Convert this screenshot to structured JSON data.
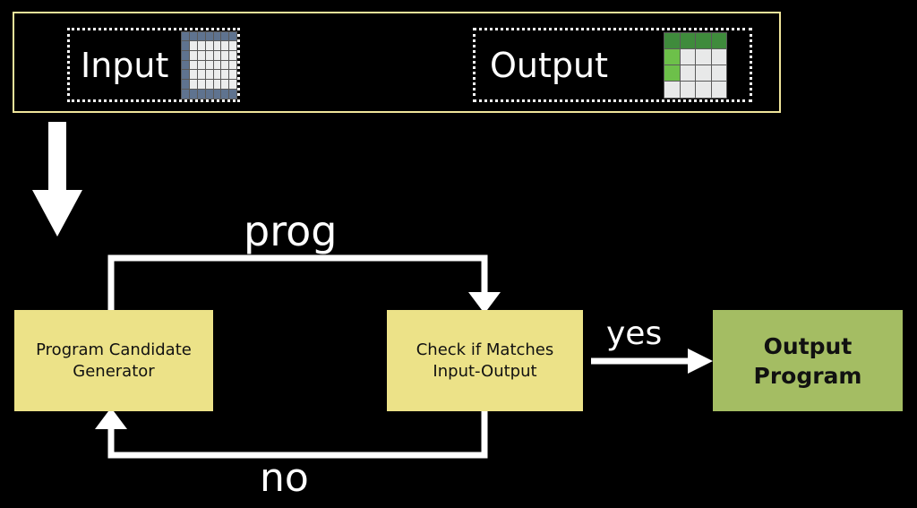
{
  "header": {
    "frame_color": "#efe49a",
    "input_panel": {
      "label": "Input",
      "grid": {
        "rows": 7,
        "cols": 7,
        "border_color": "#5f738f",
        "fill_color": "#eceded",
        "cells": [
          [
            "border",
            "border",
            "border",
            "border",
            "border",
            "border",
            "border"
          ],
          [
            "border",
            "fill",
            "fill",
            "fill",
            "fill",
            "fill",
            "fill"
          ],
          [
            "border",
            "fill",
            "fill",
            "fill",
            "fill",
            "fill",
            "fill"
          ],
          [
            "border",
            "fill",
            "fill",
            "fill",
            "fill",
            "fill",
            "fill"
          ],
          [
            "border",
            "fill",
            "fill",
            "fill",
            "fill",
            "fill",
            "fill"
          ],
          [
            "border",
            "fill",
            "fill",
            "fill",
            "fill",
            "fill",
            "fill"
          ],
          [
            "border",
            "border",
            "border",
            "border",
            "border",
            "border",
            "border"
          ]
        ]
      }
    },
    "output_panel": {
      "label": "Output",
      "grid": {
        "rows": 4,
        "cols": 4,
        "dark_green": "#3f8b3c",
        "light_green": "#6dc04a",
        "fill_color": "#e8e9e9",
        "cells": [
          [
            "dark",
            "dark",
            "dark",
            "dark"
          ],
          [
            "light",
            "fill",
            "fill",
            "fill"
          ],
          [
            "light",
            "fill",
            "fill",
            "fill"
          ],
          [
            "fill",
            "fill",
            "fill",
            "fill"
          ]
        ]
      }
    }
  },
  "flow": {
    "start_arrow": "down-arrow",
    "boxes": [
      {
        "id": "generator",
        "label": "Program Candidate\nGenerator",
        "line1": "Program Candidate",
        "line2": "Generator",
        "color": "#ece288"
      },
      {
        "id": "check",
        "label": "Check if Matches\nInput-Output",
        "line1": "Check if Matches",
        "line2": "Input-Output",
        "color": "#ece288"
      },
      {
        "id": "output",
        "label": "Output\nProgram",
        "line1": "Output",
        "line2": "Program",
        "color": "#a4bd63"
      }
    ],
    "edges": [
      {
        "id": "prog",
        "label": "prog",
        "from": "generator",
        "to": "check"
      },
      {
        "id": "yes",
        "label": "yes",
        "from": "check",
        "to": "output"
      },
      {
        "id": "no",
        "label": "no",
        "from": "check",
        "to": "generator"
      }
    ],
    "wire_color": "#ffffff"
  }
}
